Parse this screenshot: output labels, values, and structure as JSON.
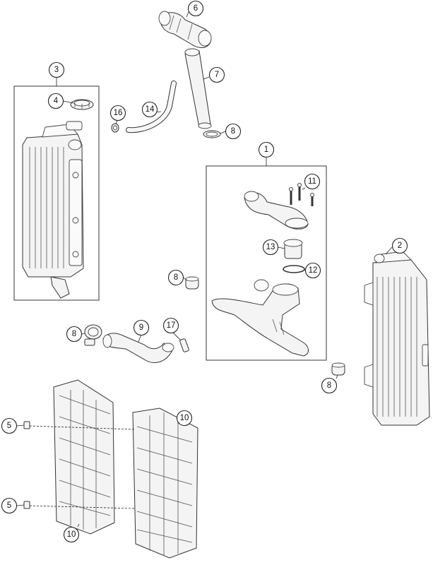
{
  "callouts": {
    "c1": "1",
    "c2": "2",
    "c3": "3",
    "c4": "4",
    "c5a": "5",
    "c5b": "5",
    "c6": "6",
    "c7": "7",
    "c8a": "8",
    "c8b": "8",
    "c8c": "8",
    "c8d": "8",
    "c9": "9",
    "c10a": "10",
    "c10b": "10",
    "c11": "11",
    "c12": "12",
    "c13": "13",
    "c14": "14",
    "c16": "16",
    "c17": "17"
  }
}
